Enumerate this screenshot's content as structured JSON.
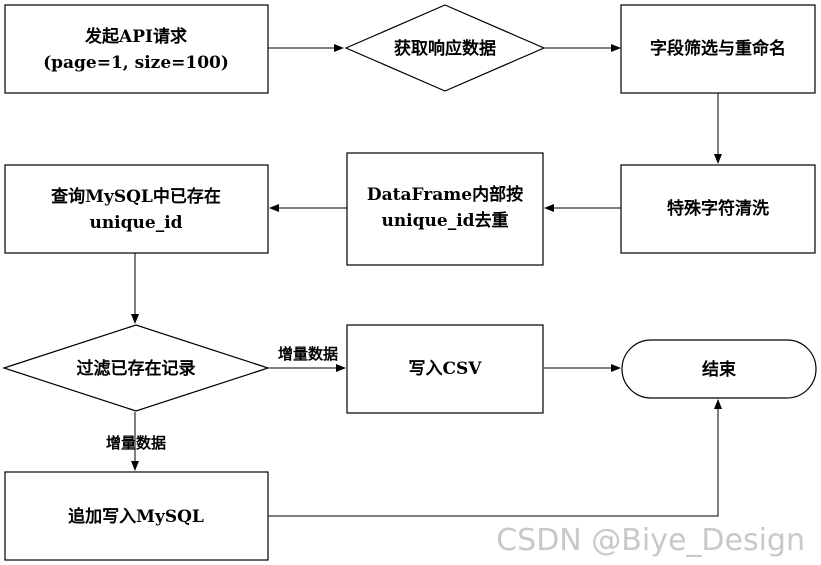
{
  "diagram": {
    "nodes": [
      {
        "id": "api",
        "lines": [
          "发起API请求",
          "(page=1, size=100)"
        ]
      },
      {
        "id": "resp",
        "lines": [
          "获取响应数据"
        ]
      },
      {
        "id": "filter",
        "lines": [
          "字段筛选与重命名"
        ]
      },
      {
        "id": "clean",
        "lines": [
          "特殊字符清洗"
        ]
      },
      {
        "id": "dedup",
        "lines": [
          "DataFrame内部按",
          "unique_id去重"
        ]
      },
      {
        "id": "query",
        "lines": [
          "查询MySQL中已存在",
          "unique_id"
        ]
      },
      {
        "id": "filterexist",
        "lines": [
          "过滤已存在记录"
        ]
      },
      {
        "id": "csv",
        "lines": [
          "写入CSV"
        ]
      },
      {
        "id": "end",
        "lines": [
          "结束"
        ]
      },
      {
        "id": "mysql",
        "lines": [
          "追加写入MySQL"
        ]
      }
    ],
    "edges": [
      {
        "from": "api",
        "to": "resp",
        "label": ""
      },
      {
        "from": "resp",
        "to": "filter",
        "label": ""
      },
      {
        "from": "filter",
        "to": "clean",
        "label": ""
      },
      {
        "from": "clean",
        "to": "dedup",
        "label": ""
      },
      {
        "from": "dedup",
        "to": "query",
        "label": ""
      },
      {
        "from": "query",
        "to": "filterexist",
        "label": ""
      },
      {
        "from": "filterexist",
        "to": "csv",
        "label": "增量数据"
      },
      {
        "from": "csv",
        "to": "end",
        "label": ""
      },
      {
        "from": "filterexist",
        "to": "mysql",
        "label": "增量数据"
      },
      {
        "from": "mysql",
        "to": "end",
        "label": ""
      }
    ]
  },
  "watermark": "CSDN @Biye_Design"
}
